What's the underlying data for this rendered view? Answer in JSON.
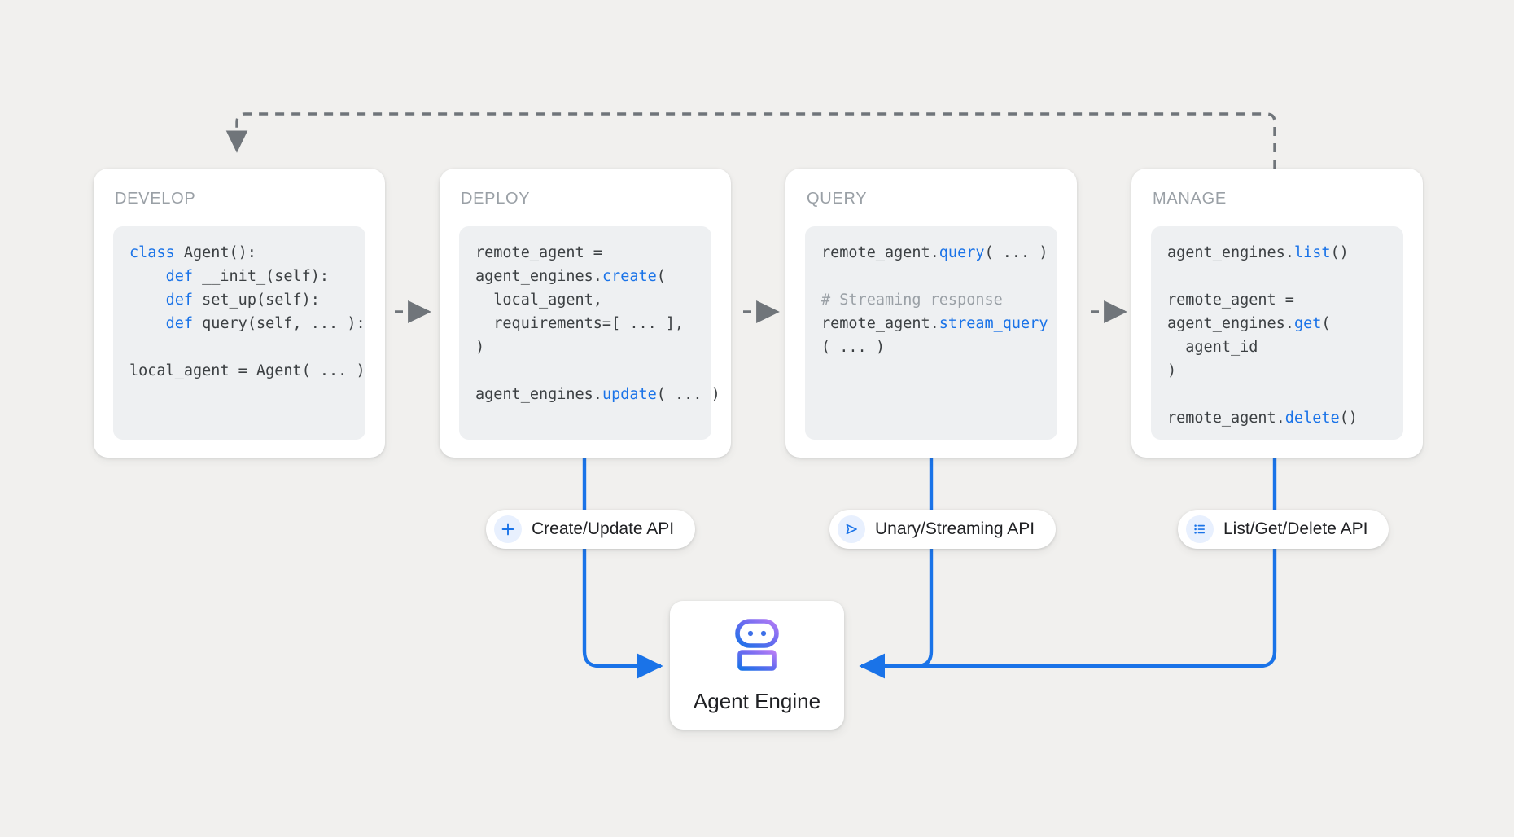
{
  "diagram": {
    "background_color": "#f1f0ee",
    "accent_blue": "#1a73e8",
    "dashed_gray": "#70757a"
  },
  "stages": [
    {
      "id": "develop",
      "title": "DEVELOP",
      "code_lines": [
        [
          {
            "t": "class ",
            "c": "kw"
          },
          {
            "t": "Agent():",
            "c": ""
          }
        ],
        [
          {
            "t": "    ",
            "c": ""
          },
          {
            "t": "def ",
            "c": "kw"
          },
          {
            "t": "__init_(self):",
            "c": ""
          }
        ],
        [
          {
            "t": "    ",
            "c": ""
          },
          {
            "t": "def ",
            "c": "kw"
          },
          {
            "t": "set_up(self):",
            "c": ""
          }
        ],
        [
          {
            "t": "    ",
            "c": ""
          },
          {
            "t": "def ",
            "c": "kw"
          },
          {
            "t": "query(self, ... ):",
            "c": ""
          }
        ],
        [],
        [
          {
            "t": "local_agent = Agent( ... )",
            "c": ""
          }
        ]
      ]
    },
    {
      "id": "deploy",
      "title": "DEPLOY",
      "code_lines": [
        [
          {
            "t": "remote_agent =",
            "c": ""
          }
        ],
        [
          {
            "t": "agent_engines.",
            "c": ""
          },
          {
            "t": "create",
            "c": "fn"
          },
          {
            "t": "(",
            "c": ""
          }
        ],
        [
          {
            "t": "  local_agent,",
            "c": ""
          }
        ],
        [
          {
            "t": "  requirements=[ ... ],",
            "c": ""
          }
        ],
        [
          {
            "t": ")",
            "c": ""
          }
        ],
        [],
        [
          {
            "t": "agent_engines.",
            "c": ""
          },
          {
            "t": "update",
            "c": "fn"
          },
          {
            "t": "( ... )",
            "c": ""
          }
        ]
      ]
    },
    {
      "id": "query",
      "title": "QUERY",
      "code_lines": [
        [
          {
            "t": "remote_agent.",
            "c": ""
          },
          {
            "t": "query",
            "c": "fn"
          },
          {
            "t": "( ... )",
            "c": ""
          }
        ],
        [],
        [
          {
            "t": "# Streaming response",
            "c": "cm"
          }
        ],
        [
          {
            "t": "remote_agent.",
            "c": ""
          },
          {
            "t": "stream_query",
            "c": "fn"
          }
        ],
        [
          {
            "t": "( ... )",
            "c": ""
          }
        ]
      ]
    },
    {
      "id": "manage",
      "title": "MANAGE",
      "code_lines": [
        [
          {
            "t": "agent_engines.",
            "c": ""
          },
          {
            "t": "list",
            "c": "fn"
          },
          {
            "t": "()",
            "c": ""
          }
        ],
        [],
        [
          {
            "t": "remote_agent =",
            "c": ""
          }
        ],
        [
          {
            "t": "agent_engines.",
            "c": ""
          },
          {
            "t": "get",
            "c": "fn"
          },
          {
            "t": "(",
            "c": ""
          }
        ],
        [
          {
            "t": "  agent_id",
            "c": ""
          }
        ],
        [
          {
            "t": ")",
            "c": ""
          }
        ],
        [],
        [
          {
            "t": "remote_agent.",
            "c": ""
          },
          {
            "t": "delete",
            "c": "fn"
          },
          {
            "t": "()",
            "c": ""
          }
        ]
      ]
    }
  ],
  "api_pills": [
    {
      "id": "create-update",
      "label": "Create/Update API",
      "icon": "plus-icon"
    },
    {
      "id": "unary-streaming",
      "label": "Unary/Streaming API",
      "icon": "send-icon"
    },
    {
      "id": "list-get-delete",
      "label": "List/Get/Delete API",
      "icon": "list-icon"
    }
  ],
  "hub": {
    "label": "Agent Engine",
    "icon": "robot-icon"
  }
}
